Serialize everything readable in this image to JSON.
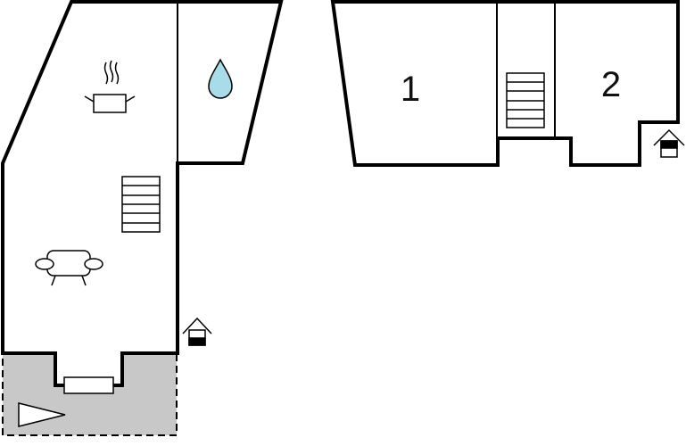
{
  "floor_plan": {
    "rooms": [
      {
        "label": "1",
        "type": "bedroom"
      },
      {
        "label": "2",
        "type": "bedroom"
      }
    ],
    "icons": [
      "kitchen-pot-icon",
      "bathroom-water-drop-icon",
      "stairs-icon",
      "sofa-icon",
      "entrance-down-icon",
      "entrance-up-icon",
      "terrace-icon"
    ],
    "colors": {
      "wall": "#000000",
      "terrace": "#c8c8c8",
      "water": "#a8dce8",
      "background": "#ffffff"
    }
  }
}
